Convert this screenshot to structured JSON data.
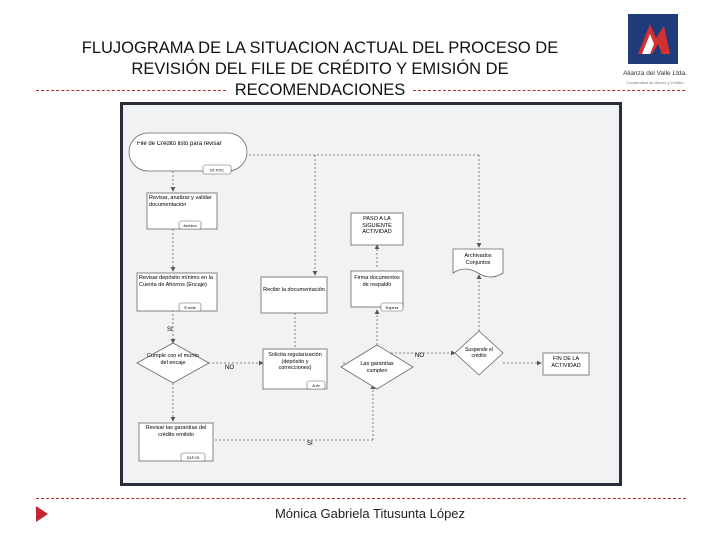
{
  "header": {
    "title_lines": [
      "FLUJOGRAMA DE LA SITUACION ACTUAL DEL PROCESO DE",
      "REVISIÓN DEL FILE DE CRÉDITO Y EMISIÓN DE",
      "RECOMENDACIONES"
    ]
  },
  "logo": {
    "name": "Alianza del Valle Ltda.",
    "tagline": "Cooperativa de Ahorro y Crédito",
    "colors": {
      "box": "#1f3b7a",
      "mark": "#d33030"
    }
  },
  "diagram": {
    "start": {
      "label": "File de Crédito listo para revisar",
      "tag": "ST.FOC"
    },
    "step_review_docs": {
      "label": "Revisar, analizar y validar documentación",
      "tag": "Archivo"
    },
    "step_check_account": {
      "label": "Revisar depósito mínimo en la Cuenta de Ahorros (Encaje)",
      "tag": "E.mds"
    },
    "decision_min": {
      "label": "Cumple con el monto del encaje"
    },
    "step_guarantees": {
      "label": "Revisar las garantías del crédito emitido",
      "tag": "DLF.Gt"
    },
    "step_receive_docs": {
      "label": "Recibir la documentación"
    },
    "step_request_reg": {
      "label": "Solicita regularización (depósito y correcciones)",
      "tag": "A.rtr"
    },
    "step_next": {
      "label": "PASO A LA SIGUIENTE ACTIVIDAD"
    },
    "step_signed_docs": {
      "label": "Firma documentos de respaldo",
      "tag": "Espera"
    },
    "doc_archived": {
      "label": "Archivados Conjuntos"
    },
    "decision_guarantees": {
      "label": "Las garantías cumplen"
    },
    "decision_suspend": {
      "label": "Suspende el crédito"
    },
    "end": {
      "label": "FIN DE LA ACTIVIDAD"
    },
    "flow_labels": {
      "si_1": "SI",
      "no_1": "NO",
      "no_2": "NO",
      "si_2": "SI"
    }
  },
  "footer": {
    "author": "Mónica Gabriela Titusunta López"
  },
  "colors": {
    "accent": "#c0282d",
    "frame": "#2a2e3a",
    "shape_fill": "#ffffff",
    "line": "#555555"
  }
}
